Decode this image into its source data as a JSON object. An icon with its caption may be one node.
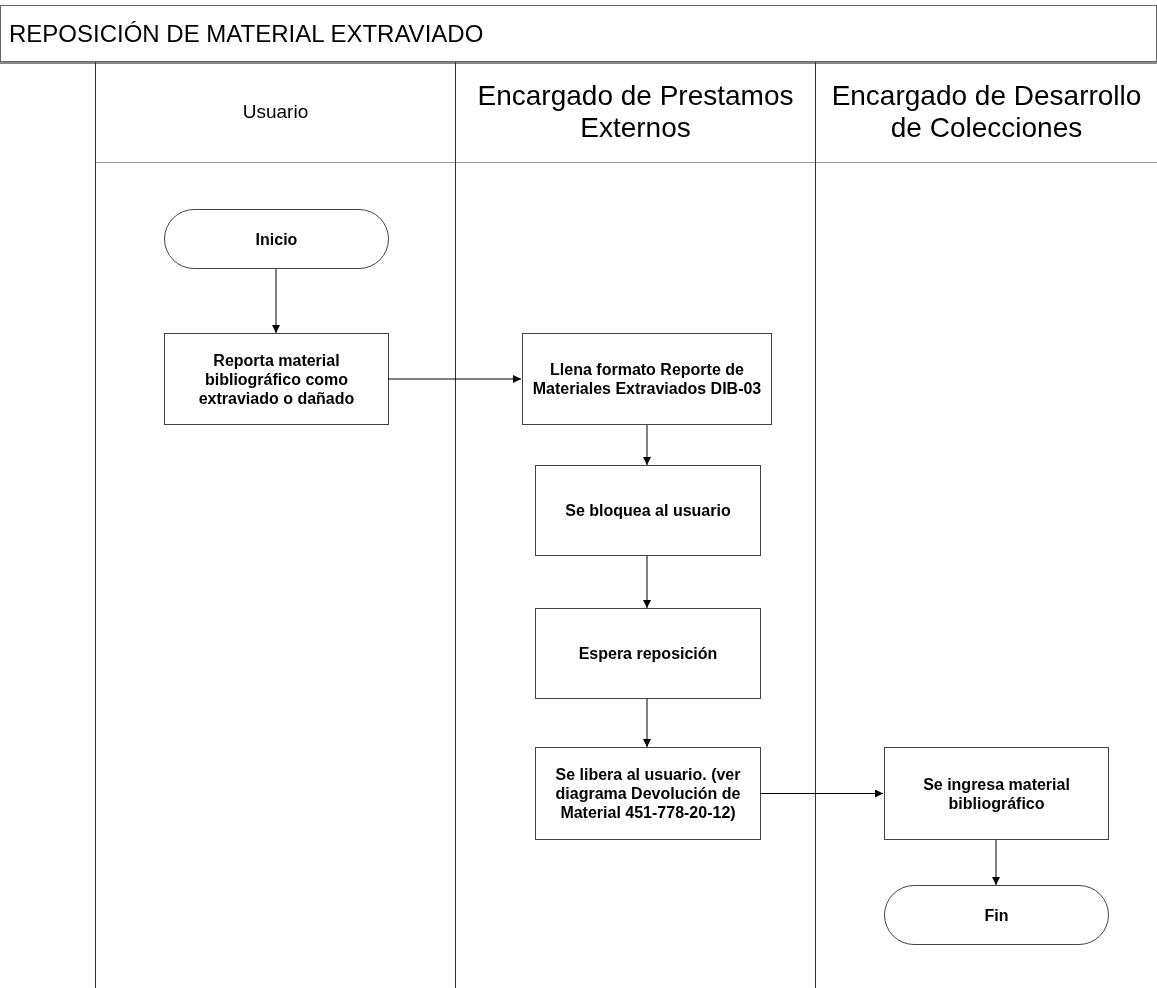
{
  "diagram": {
    "title": "REPOSICIÓN DE MATERIAL EXTRAVIADO",
    "nodes": [
      {
        "text": [
          "Usuario"
        ]
      },
      {
        "text": [
          "Encargado de Prestamos Externos"
        ]
      },
      {
        "text": [
          "Encargado de Desarrollo de Colecciones"
        ]
      },
      {
        "text": [
          "Inicio"
        ],
        "in": 0
      },
      {
        "text": [
          "Reporta material bibliográfico como extraviado o dañado"
        ],
        "in": 0
      },
      {
        "text": [
          "Llena formato Reporte de Materiales Extraviados DIB-03"
        ],
        "in": 1
      },
      {
        "text": [
          "Se bloquea al usuario"
        ],
        "in": 1
      },
      {
        "text": [
          "Espera reposición"
        ],
        "in": 1
      },
      {
        "text": [
          "Se libera al usuario. (ver diagrama Devolución de Material 451-778-20-12)"
        ],
        "in": 1
      },
      {
        "text": [
          "Se ingresa material bibliográfico"
        ],
        "in": 2
      },
      {
        "text": [
          "Fin"
        ],
        "in": 2
      }
    ],
    "edges": [
      {
        "from": 3,
        "to": 4,
        "arrow": "to"
      },
      {
        "from": 4,
        "to": 5,
        "arrow": "to"
      },
      {
        "from": 5,
        "to": 6,
        "arrow": "to"
      },
      {
        "from": 6,
        "to": 7,
        "arrow": "to"
      },
      {
        "from": 7,
        "to": 8,
        "arrow": "to"
      },
      {
        "from": 8,
        "to": 9,
        "arrow": "to"
      },
      {
        "from": 9,
        "to": 10,
        "arrow": "to"
      }
    ]
  }
}
